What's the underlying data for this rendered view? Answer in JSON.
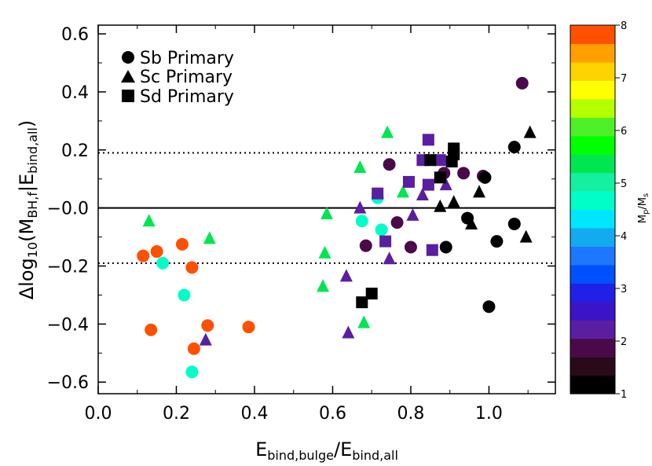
{
  "chart_data": {
    "type": "scatter",
    "xlabel": {
      "main": "E",
      "sub": "bind,bulge",
      "mid": "/E",
      "sub2": "bind,all"
    },
    "ylabel": {
      "prefix": "Δlog",
      "sub1": "10",
      "mid": "(M",
      "sub2": "BH,f",
      "mid2": "|E",
      "sub3": "bind,all",
      "suffix": ")"
    },
    "xlim": [
      0.0,
      1.17
    ],
    "ylim": [
      -0.64,
      0.63
    ],
    "xticks": [
      "0.0",
      "0.2",
      "0.4",
      "0.6",
      "0.8",
      "1.0"
    ],
    "yticks": [
      "0.6",
      "0.4",
      "0.2",
      "-0.0",
      "-0.2",
      "-0.4",
      "-0.6"
    ],
    "reference_lines": {
      "solid": 0.0,
      "dotted": [
        0.19,
        -0.19
      ]
    },
    "legend": [
      {
        "marker": "circle",
        "label": "Sb Primary"
      },
      {
        "marker": "triangle",
        "label": "Sc Primary"
      },
      {
        "marker": "square",
        "label": "Sd Primary"
      }
    ],
    "colorbar": {
      "title_main": "M",
      "title_sub1": "p",
      "title_mid": "/M",
      "title_sub2": "s",
      "range": [
        1,
        8
      ],
      "ticks": [
        "1",
        "2",
        "3",
        "4",
        "5",
        "6",
        "7",
        "8"
      ],
      "colors": [
        "#000000",
        "#2a0a1a",
        "#4a0a4a",
        "#5a1ea0",
        "#3c14c8",
        "#2020e6",
        "#0050ff",
        "#1e78ff",
        "#14aaf0",
        "#00e6ff",
        "#00ffc8",
        "#14f0a0",
        "#00e650",
        "#00ff00",
        "#50f028",
        "#b4ff00",
        "#ffff00",
        "#ffd200",
        "#ffa000",
        "#ff5000"
      ]
    },
    "series": [
      {
        "marker": "circle",
        "points": [
          [
            0.115,
            -0.165,
            8
          ],
          [
            0.135,
            -0.42,
            8
          ],
          [
            0.15,
            -0.15,
            8
          ],
          [
            0.215,
            -0.125,
            8
          ],
          [
            0.24,
            -0.205,
            8
          ],
          [
            0.245,
            -0.485,
            8
          ],
          [
            0.28,
            -0.405,
            8
          ],
          [
            0.385,
            -0.41,
            8
          ],
          [
            0.165,
            -0.19,
            4.6
          ],
          [
            0.22,
            -0.3,
            4.6
          ],
          [
            0.24,
            -0.565,
            4.6
          ],
          [
            0.675,
            -0.045,
            4.6
          ],
          [
            0.715,
            0.035,
            4.6
          ],
          [
            0.725,
            -0.075,
            4.6
          ],
          [
            0.685,
            -0.13,
            1.9
          ],
          [
            0.745,
            0.15,
            1.9
          ],
          [
            0.765,
            -0.05,
            1.9
          ],
          [
            0.8,
            -0.135,
            1.9
          ],
          [
            0.885,
            0.12,
            1.9
          ],
          [
            0.935,
            0.12,
            1.9
          ],
          [
            0.985,
            0.11,
            1.9
          ],
          [
            1.085,
            0.43,
            1.9
          ],
          [
            0.89,
            -0.135,
            1
          ],
          [
            0.945,
            -0.035,
            1
          ],
          [
            0.99,
            0.105,
            1
          ],
          [
            1.0,
            -0.34,
            1
          ],
          [
            1.02,
            -0.115,
            1
          ],
          [
            1.065,
            -0.055,
            1
          ],
          [
            1.065,
            0.21,
            1
          ]
        ]
      },
      {
        "marker": "triangle",
        "points": [
          [
            0.13,
            -0.045,
            5.2
          ],
          [
            0.285,
            -0.105,
            5.2
          ],
          [
            0.575,
            -0.27,
            5.2
          ],
          [
            0.58,
            -0.155,
            5.2
          ],
          [
            0.585,
            -0.02,
            5.2
          ],
          [
            0.67,
            0.14,
            5.2
          ],
          [
            0.68,
            -0.395,
            5.2
          ],
          [
            0.74,
            0.26,
            5.2
          ],
          [
            0.78,
            0.055,
            5.2
          ],
          [
            0.275,
            -0.455,
            2.3
          ],
          [
            0.635,
            -0.235,
            2.3
          ],
          [
            0.64,
            -0.43,
            2.3
          ],
          [
            0.67,
            0.0,
            2.3
          ],
          [
            0.745,
            -0.175,
            2.3
          ],
          [
            0.805,
            -0.025,
            2.3
          ],
          [
            0.83,
            0.045,
            2.3
          ],
          [
            0.845,
            0.165,
            2.3
          ],
          [
            0.89,
            0.08,
            2.3
          ],
          [
            0.875,
            0.005,
            1
          ],
          [
            0.91,
            0.02,
            1
          ],
          [
            0.975,
            0.055,
            1
          ],
          [
            0.955,
            -0.055,
            1
          ],
          [
            1.095,
            -0.1,
            1
          ],
          [
            1.105,
            0.26,
            1
          ]
        ]
      },
      {
        "marker": "square",
        "points": [
          [
            0.715,
            0.05,
            2.1
          ],
          [
            0.735,
            -0.115,
            2.1
          ],
          [
            0.795,
            0.09,
            2.1
          ],
          [
            0.83,
            0.165,
            2.1
          ],
          [
            0.845,
            0.235,
            2.1
          ],
          [
            0.845,
            0.08,
            2.1
          ],
          [
            0.855,
            -0.145,
            2.1
          ],
          [
            0.875,
            0.165,
            2.1
          ],
          [
            0.675,
            -0.325,
            1
          ],
          [
            0.7,
            -0.295,
            1
          ],
          [
            0.85,
            0.165,
            1
          ],
          [
            0.875,
            0.105,
            1
          ],
          [
            0.905,
            0.16,
            1
          ],
          [
            0.91,
            0.185,
            1
          ],
          [
            0.91,
            0.205,
            1
          ]
        ]
      }
    ]
  }
}
